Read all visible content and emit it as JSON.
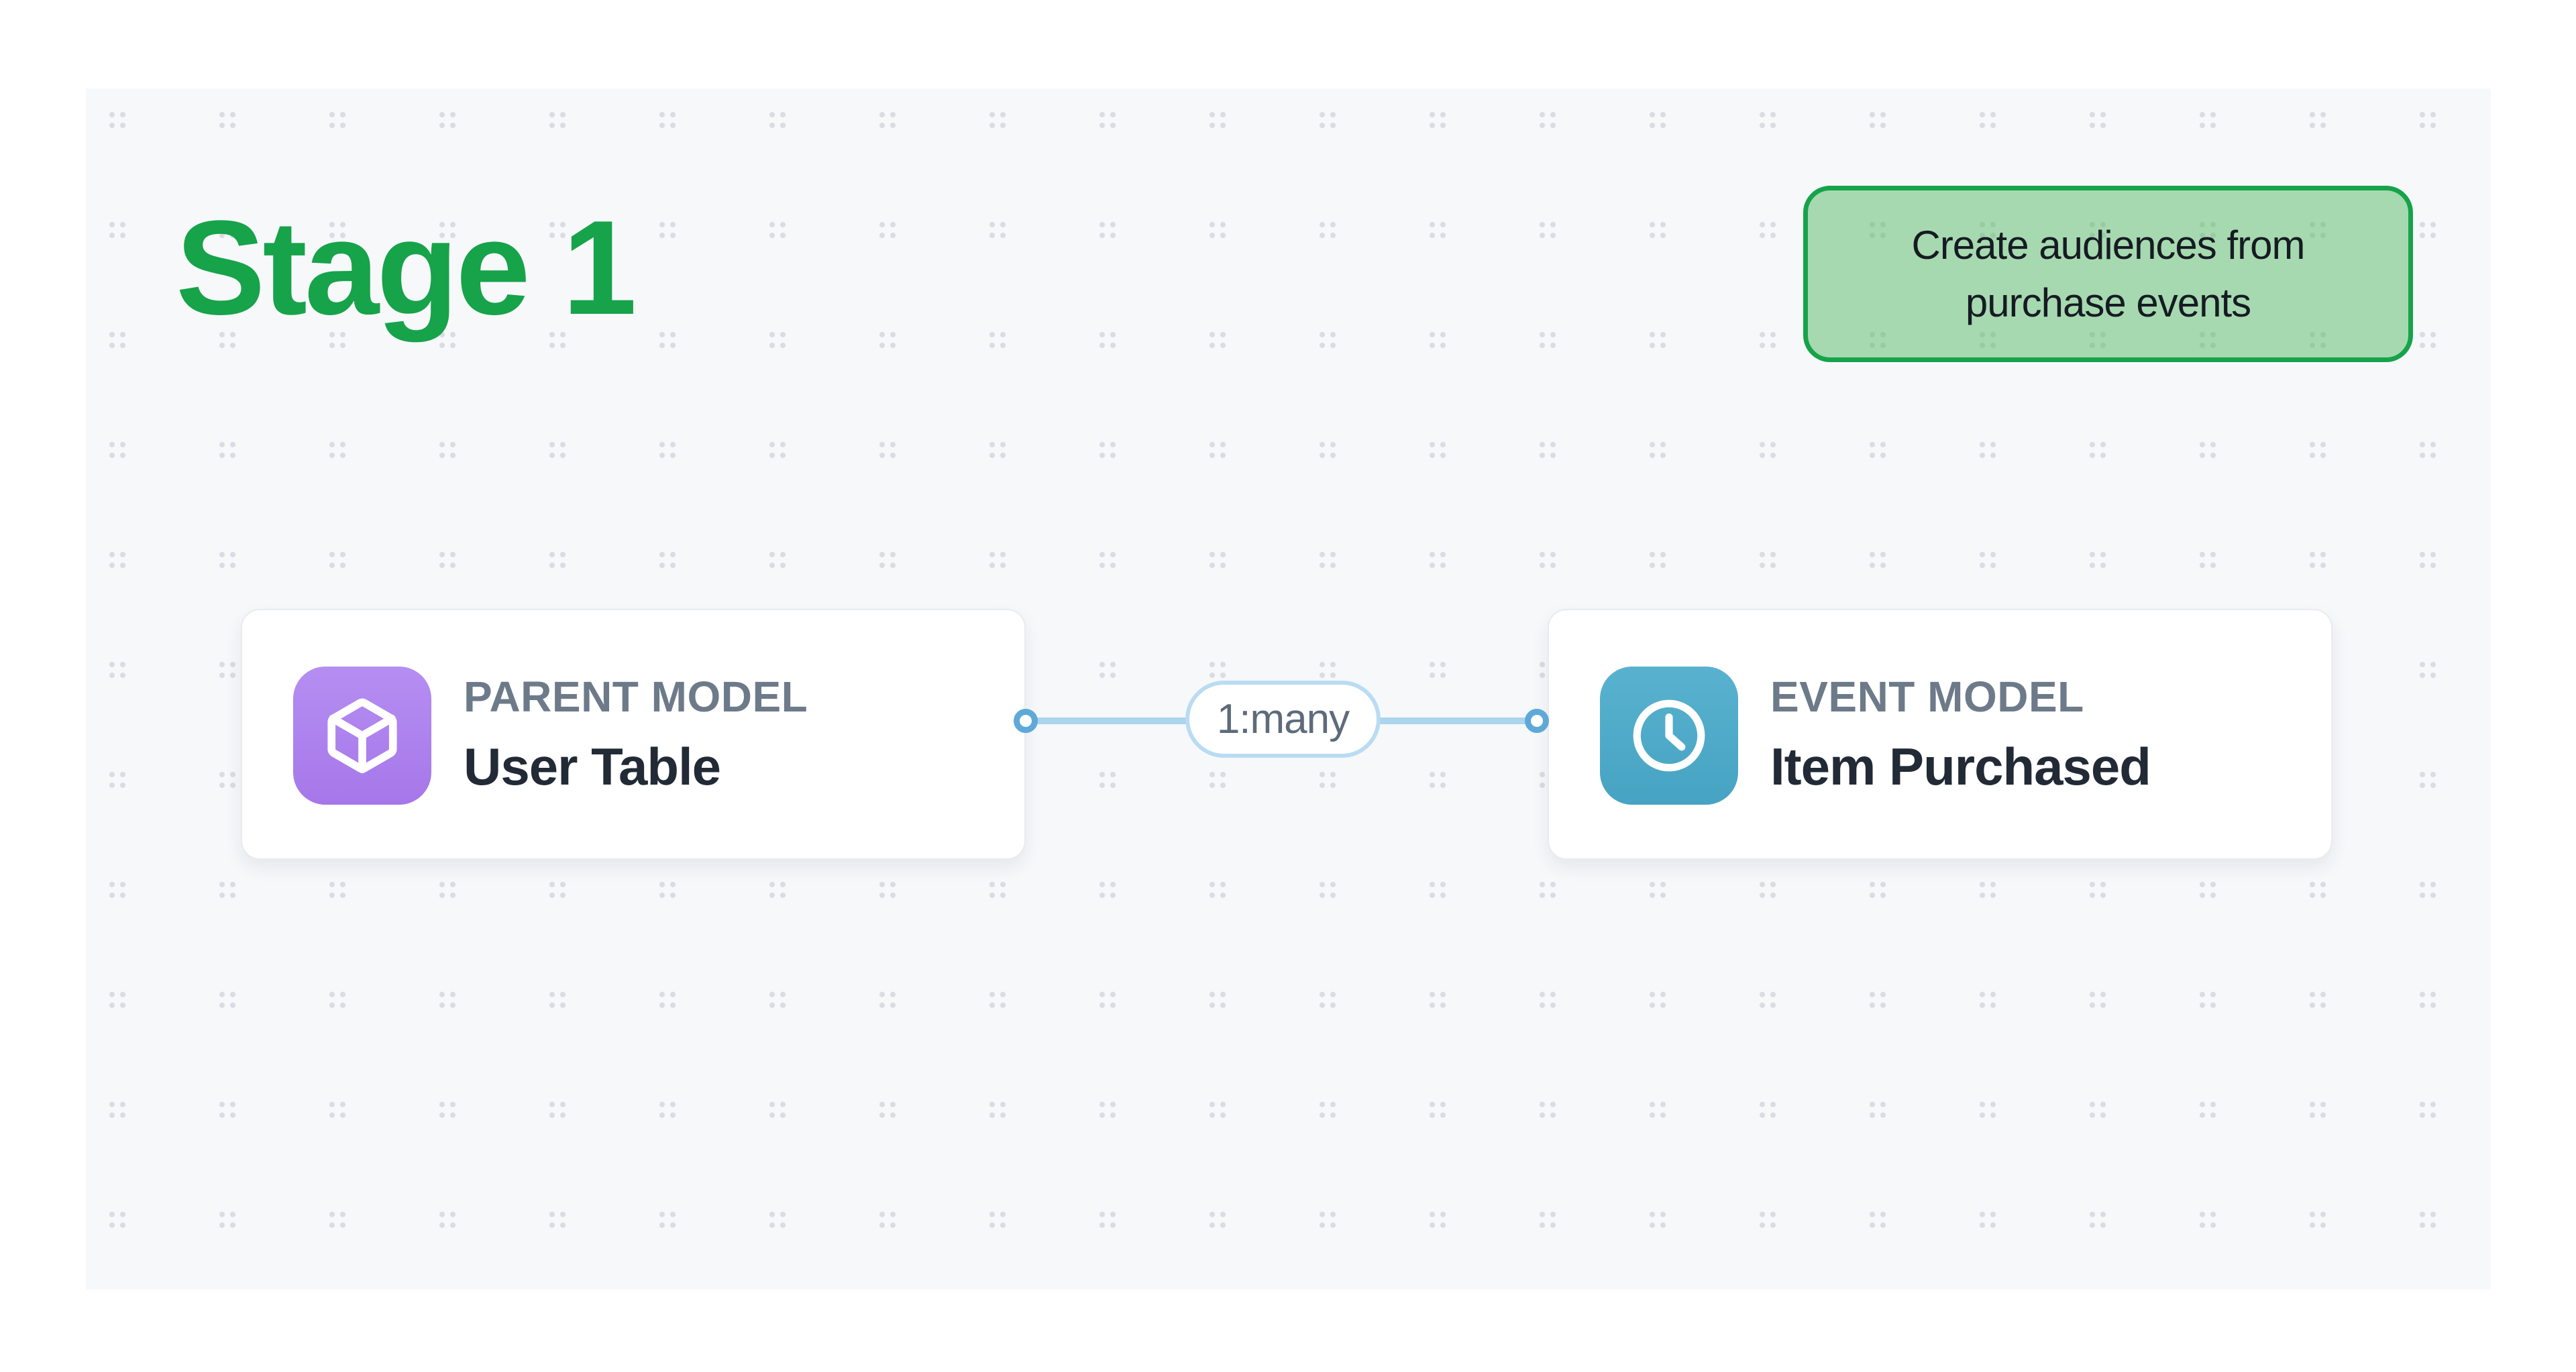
{
  "stage": {
    "title": "Stage 1",
    "color": "#16a34a"
  },
  "callout": {
    "lines": [
      "Create audiences from",
      "purchase events"
    ],
    "fill": "rgba(85,186,102,0.5)",
    "border_color": "#16a34a",
    "text_color": "#161b22"
  },
  "nodes": [
    {
      "kind_label": "PARENT MODEL",
      "title": "User Table",
      "icon": "cube-icon",
      "icon_color_top": "#b58ef2",
      "icon_color_bottom": "#a677e9"
    },
    {
      "kind_label": "EVENT MODEL",
      "title": "Item Purchased",
      "icon": "clock-icon",
      "icon_color_top": "#58b2cf",
      "icon_color_bottom": "#47a3c3"
    }
  ],
  "relationship": {
    "label": "1:many",
    "line_color": "#abd4ee",
    "handle_color": "#5ea9d8",
    "badge_border_color": "#b9dcf2",
    "badge_text_color": "#5d6b7a"
  },
  "canvas": {
    "background": "#f7f8fa",
    "dot_color": "#d9dce1"
  }
}
